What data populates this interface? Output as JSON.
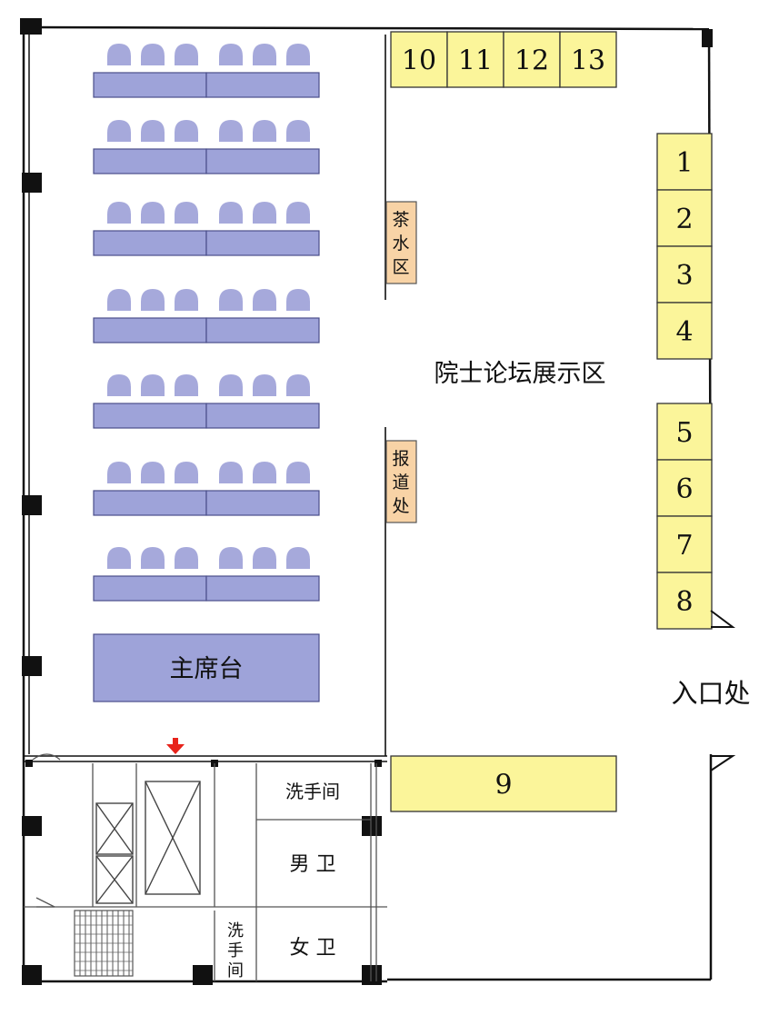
{
  "colors": {
    "wall": "#111111",
    "seat": "#a6a9db",
    "desk": "#9ea3d9",
    "desk_border": "#4a4e8a",
    "booth": "#fbf59a",
    "booth_border": "#333333",
    "service": "#f8d3a6",
    "service_border": "#555555",
    "arrow": "#e8231b"
  },
  "icons": {
    "exit_arrow": "red-down-arrow-icon",
    "elevator": "elevator-cross-icon",
    "stairs": "stairs-icon"
  },
  "labels": {
    "hall": "院士论坛展示区",
    "entrance": "入口处",
    "podium": "主席台",
    "tea": [
      "茶",
      "水",
      "区"
    ],
    "registration": [
      "报",
      "道",
      "处"
    ],
    "washroom": "洗手间",
    "washroom_vertical": [
      "洗",
      "手",
      "间"
    ],
    "men": "男 卫",
    "women": "女 卫"
  },
  "booths": {
    "top_row": [
      "10",
      "11",
      "12",
      "13"
    ],
    "right_upper": [
      "1",
      "2",
      "3",
      "4"
    ],
    "right_lower": [
      "5",
      "6",
      "7",
      "8"
    ],
    "bottom": [
      "9"
    ]
  },
  "seating": {
    "rows": 7,
    "seats_per_group": 3,
    "groups_per_row": 2
  }
}
